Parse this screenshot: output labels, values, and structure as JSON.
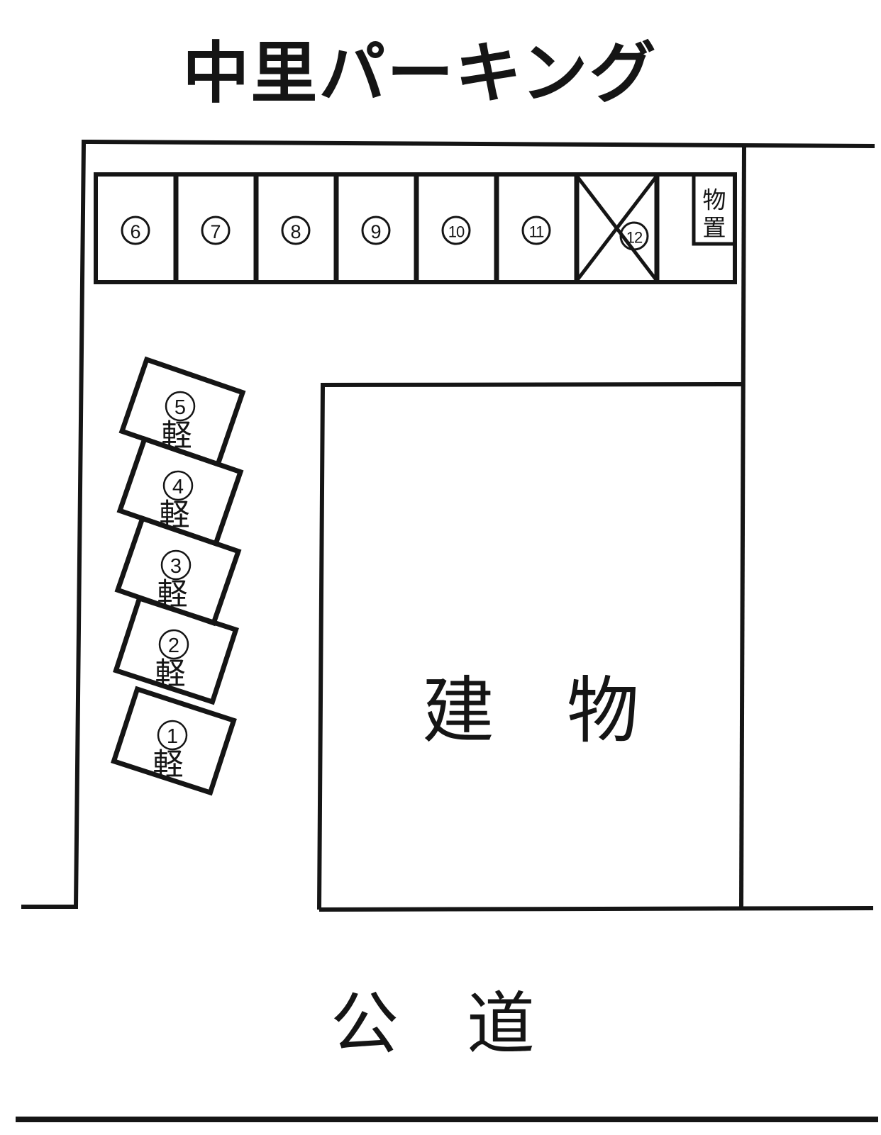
{
  "title": "中里パーキング",
  "parking_row": {
    "spaces": [
      {
        "number": "6",
        "status": "open"
      },
      {
        "number": "7",
        "status": "open"
      },
      {
        "number": "8",
        "status": "open"
      },
      {
        "number": "9",
        "status": "open"
      },
      {
        "number": "10",
        "status": "open"
      },
      {
        "number": "11",
        "status": "open"
      },
      {
        "number": "12",
        "status": "crossed-out"
      }
    ],
    "storage": {
      "label_chars": [
        "物",
        "置"
      ]
    }
  },
  "side_spaces": [
    {
      "number": "5",
      "size_label": "軽"
    },
    {
      "number": "4",
      "size_label": "軽"
    },
    {
      "number": "3",
      "size_label": "軽"
    },
    {
      "number": "2",
      "size_label": "軽"
    },
    {
      "number": "1",
      "size_label": "軽"
    }
  ],
  "building": {
    "label": "建　物"
  },
  "road": {
    "label": "公　道"
  },
  "colors": {
    "ink": "#151515",
    "paper": "#ffffff"
  }
}
